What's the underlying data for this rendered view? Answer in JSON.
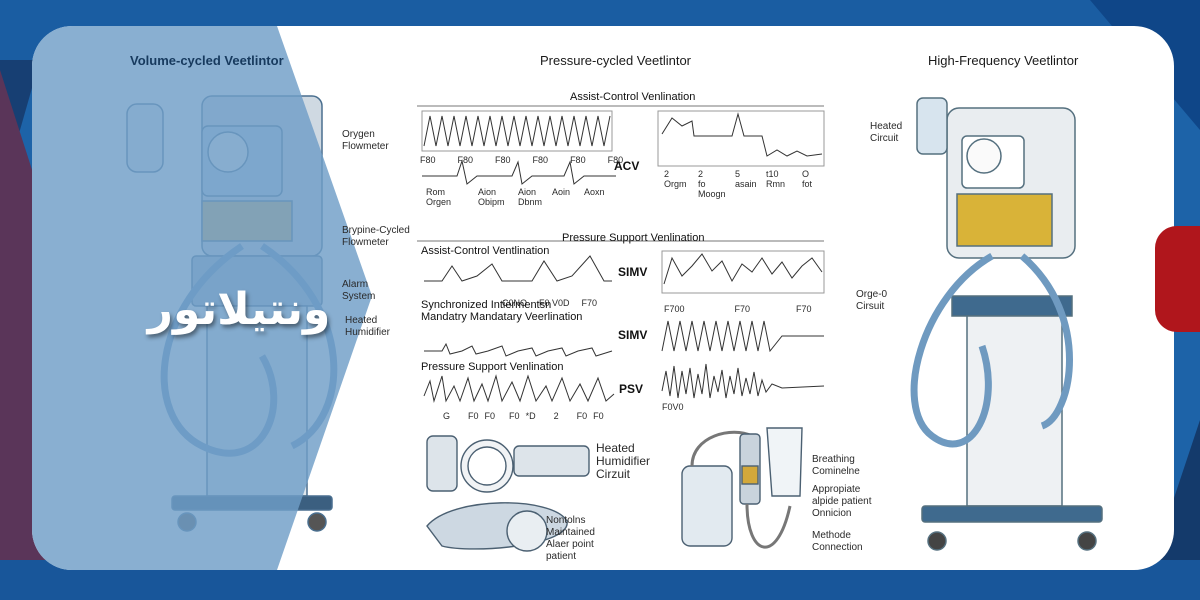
{
  "banner_title": "ونتيلاتور",
  "colors": {
    "frame_blue": "#1d63a8",
    "frame_dark": "#143a6b",
    "overlay_blue": "#6f9ec7",
    "accent_red": "#b0161c"
  },
  "left": {
    "title": "Volume-cycled Veetlintor",
    "labels": [
      "Orygen\nFlowmeter",
      "Brypine-Cycled\nFlowmeter",
      "Alarm\nSystem",
      "Heated\nHumidifier"
    ]
  },
  "center": {
    "title": "Pressure-cycled Veetlintor",
    "section1": "Assist-Control Venlination",
    "acv_top_ticks": [
      "F80",
      "F80",
      "F80",
      "F80",
      "F80",
      "F80"
    ],
    "acv_bottom": [
      "Rom\nOrgen",
      "Aion\nObipm",
      "Aion\nDbnm",
      "Aoin",
      "Aoxn"
    ],
    "acv_tag": "ACV",
    "acv_right_ticks": [
      "2\nOrgm",
      "2\nfo\nMoogn",
      "5\nasain",
      "t10\nRmn",
      "O\nfot"
    ],
    "section2": "Pressure Support Venlination",
    "row1_label": "Assist-Control Ventlination",
    "row1_ticks": [
      "C0NO",
      "F0 V0D",
      "F70"
    ],
    "row1_tag": "SIMV",
    "row1_right_ticks": [
      "F700",
      "F70",
      "F70"
    ],
    "row2_label": "Synchronized Intiermentsn\nMandatry Mandatary Veerlination",
    "row2_tag": "SIMV",
    "row3_label": "Pressure Support Venlination",
    "row3_ticks": [
      "G",
      "F0",
      "F0",
      "F0",
      "*D",
      "2",
      "F0",
      "F0"
    ],
    "row3_tag": "PSV",
    "row3_right_ticks": [
      "F0V0"
    ],
    "heated_humidifier": "Heated\nHumidifier\nCirzuit",
    "nonlabel": "Nontolns\nMaintained\nAlaer point\npatient",
    "breathing": "Breathing\nCominelne",
    "appropriate": "Appropiate\nalpide patient\nOnnicion",
    "methode": "Methode\nConnection"
  },
  "right": {
    "title": "High-Frequency Veetlintor",
    "labels": [
      "Heated\nCircuit",
      "Orge-0\nCirsuit"
    ]
  }
}
